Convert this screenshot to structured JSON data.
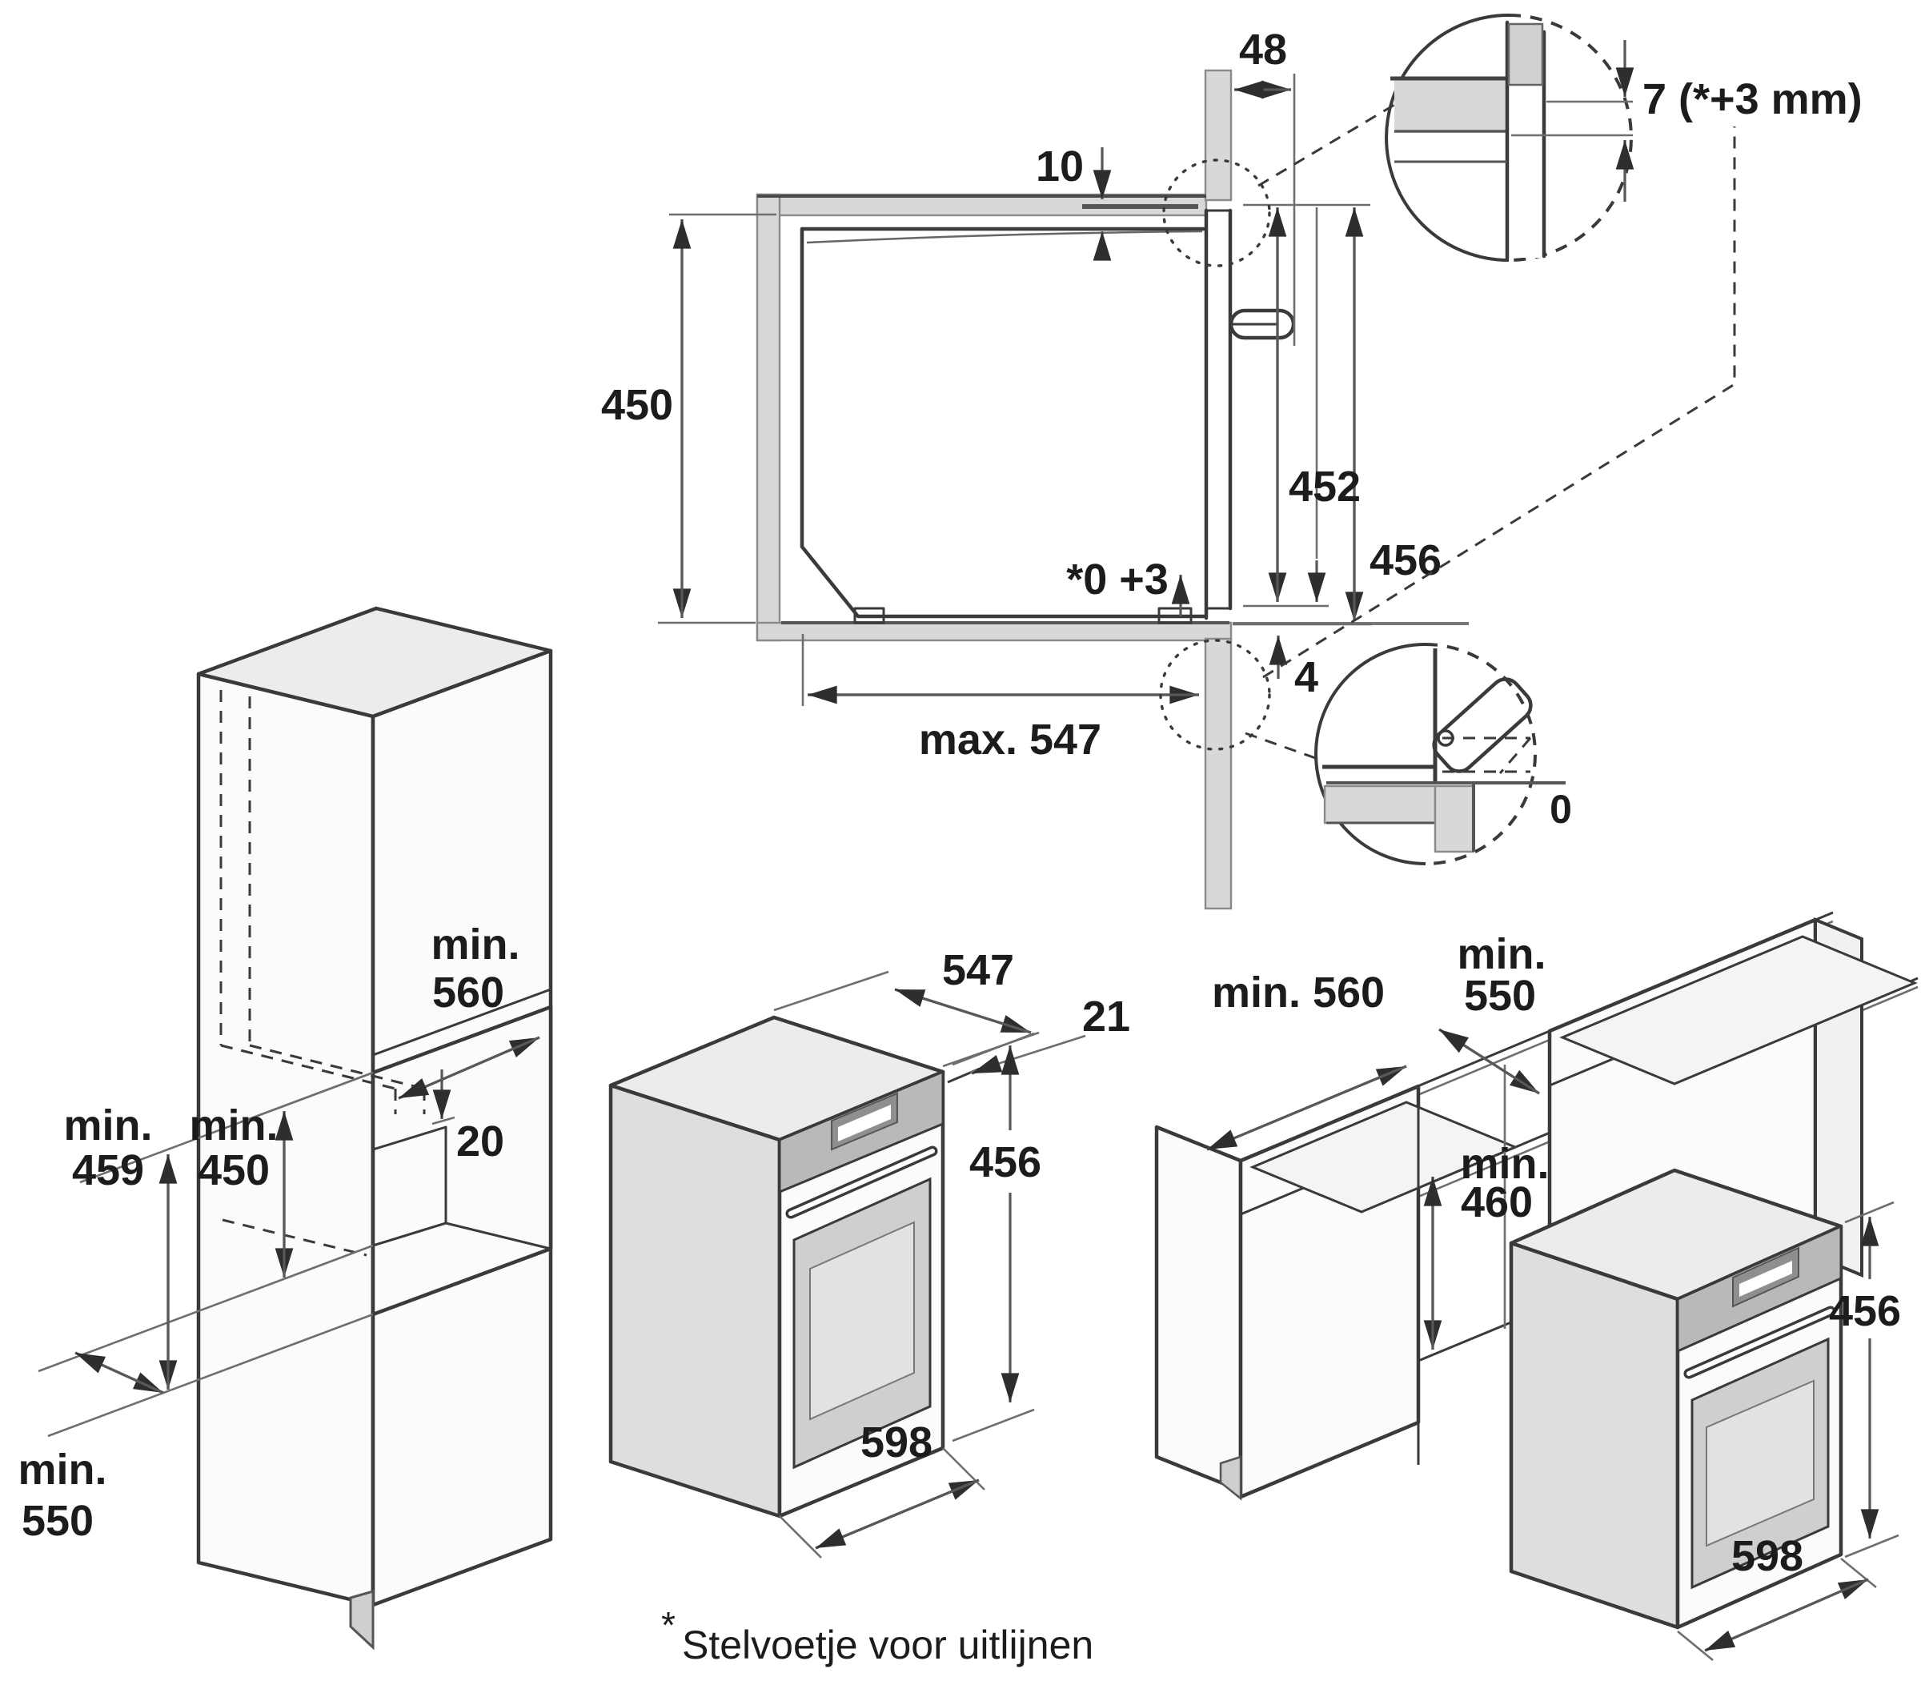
{
  "cross_section": {
    "height_niche": "450",
    "gap_top": "10",
    "offset_48": "48",
    "height_452": "452",
    "height_456": "456",
    "depth_max": "max. 547",
    "gap_bottom": "4",
    "foot_adjust": "*0 +3",
    "detail_top": "7 (*+3 mm)",
    "detail_bottom": "0"
  },
  "tall_cabinet": {
    "min_a": "min.",
    "width_560": "560",
    "gap_20": "20",
    "min_b": "min.",
    "height_459": "459",
    "min_c": "min.",
    "height_450": "450",
    "min_d": "min.",
    "depth_550": "550"
  },
  "oven": {
    "depth_547": "547",
    "proud_21": "21",
    "height_456": "456",
    "width_598": "598"
  },
  "base_cabinets": {
    "width_min_560": "min. 560",
    "min_a": "min.",
    "depth_550": "550",
    "min_b": "min.",
    "height_460": "460",
    "height_456": "456",
    "width_598": "598"
  },
  "footnote": {
    "marker": "*",
    "text": "Stelvoetje voor uitlijnen"
  }
}
